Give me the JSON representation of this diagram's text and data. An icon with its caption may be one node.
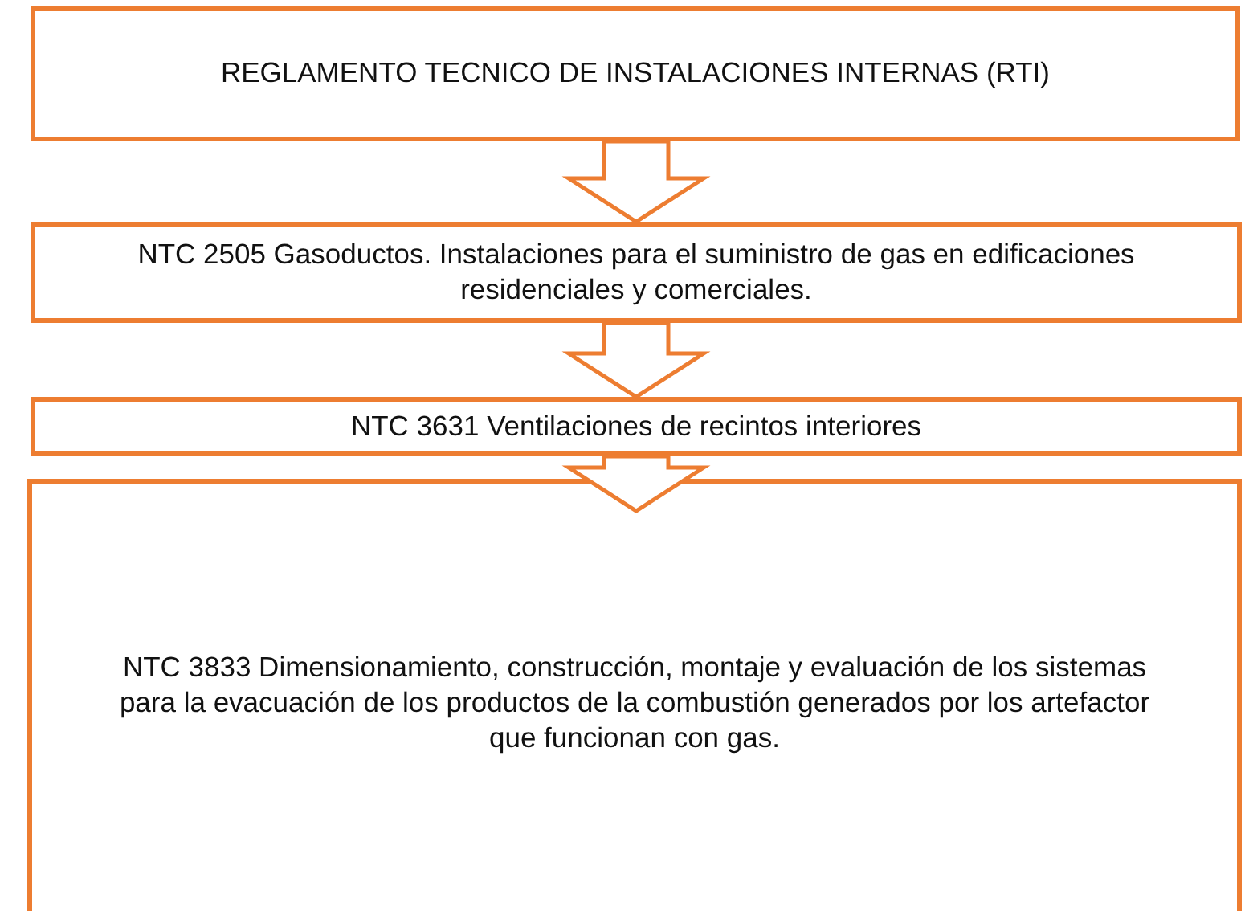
{
  "diagram": {
    "nodes": [
      {
        "text": [
          "REGLAMENTO TECNICO DE INSTALACIONES INTERNAS (RTI)"
        ]
      },
      {
        "text": [
          "NTC 2505 Gasoductos. Instalaciones para el suministro de gas en edificaciones residenciales y comerciales."
        ]
      },
      {
        "text": [
          "NTC 3631 Ventilaciones de recintos interiores"
        ]
      },
      {
        "text": [
          "NTC 3833 Dimensionamiento, construcción, montaje y evaluación de los sistemas para la evacuación de los productos de la combustión generados por los artefactor que funcionan con gas."
        ]
      }
    ],
    "edges": [
      {
        "from": 0,
        "to": 1,
        "arrow": "to"
      },
      {
        "from": 1,
        "to": 2,
        "arrow": "to"
      },
      {
        "from": 2,
        "to": 3,
        "arrow": "to"
      }
    ]
  }
}
